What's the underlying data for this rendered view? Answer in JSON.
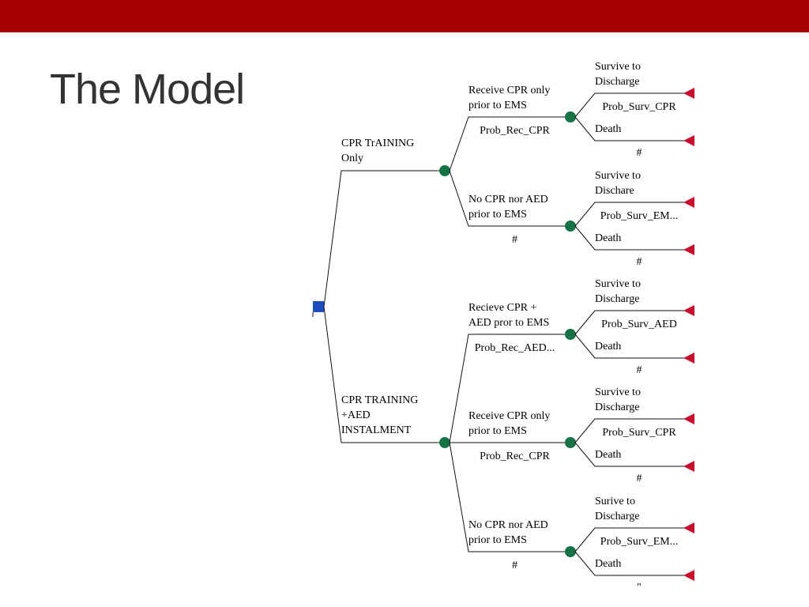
{
  "slide": {
    "title": "The Model",
    "accent_color": "#a50000"
  },
  "tree": {
    "colors": {
      "decision_node": "#1f4fbf",
      "chance_node": "#177245",
      "terminal_node": "#c8102e",
      "line": "#111111"
    },
    "branches": [
      {
        "label_line1": "CPR TrAINING",
        "label_line2": "Only",
        "label_line3": "",
        "sub": [
          {
            "label_line1": "Receive CPR only",
            "label_line2": "prior to EMS",
            "prob": "Prob_Rec_CPR",
            "outcomes": {
              "survive_line1": "Survive to",
              "survive_line2": "Discharge",
              "survive_prob": "Prob_Surv_CPR",
              "death": "Death",
              "death_prob": "#"
            }
          },
          {
            "label_line1": "No CPR nor AED",
            "label_line2": "prior to EMS",
            "prob": "#",
            "outcomes": {
              "survive_line1": "Survive to",
              "survive_line2": "Dischare",
              "survive_prob": "Prob_Surv_EM...",
              "death": "Death",
              "death_prob": "#"
            }
          }
        ]
      },
      {
        "label_line1": "CPR  TRAINING",
        "label_line2": "+AED",
        "label_line3": "INSTALMENT",
        "sub": [
          {
            "label_line1": "Recieve CPR +",
            "label_line2": "AED pror to EMS",
            "prob": "Prob_Rec_AED...",
            "outcomes": {
              "survive_line1": "Survive to",
              "survive_line2": "Discharge",
              "survive_prob": "Prob_Surv_AED",
              "death": "Death",
              "death_prob": "#"
            }
          },
          {
            "label_line1": "Receive CPR only",
            "label_line2": "prior to EMS",
            "prob": "Prob_Rec_CPR",
            "outcomes": {
              "survive_line1": "Survive to",
              "survive_line2": "Discharge",
              "survive_prob": "Prob_Surv_CPR",
              "death": "Death",
              "death_prob": "#"
            }
          },
          {
            "label_line1": "No CPR nor AED",
            "label_line2": "prior to EMS",
            "prob": "#",
            "outcomes": {
              "survive_line1": "Surive to",
              "survive_line2": "Discharge",
              "survive_prob": "Prob_Surv_EM...",
              "death": "Death",
              "death_prob": "\""
            }
          }
        ]
      }
    ]
  }
}
